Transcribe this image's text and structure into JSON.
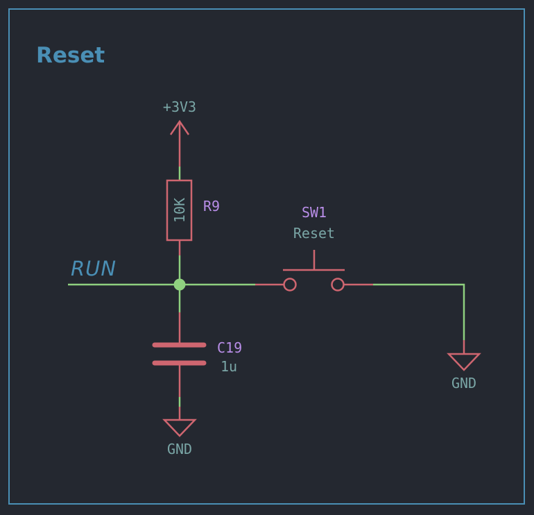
{
  "sheet": {
    "title": "Reset"
  },
  "nets": {
    "run_label": "RUN"
  },
  "power": {
    "vcc_label": "+3V3",
    "gnd_left_label": "GND",
    "gnd_right_label": "GND"
  },
  "components": {
    "resistor": {
      "ref": "R9",
      "value": "10K"
    },
    "capacitor": {
      "ref": "C19",
      "value": "1u"
    },
    "switch": {
      "ref": "SW1",
      "value": "Reset"
    }
  },
  "colors": {
    "background": "#242830",
    "frame": "#4a8fb5",
    "wire": "#8fd07f",
    "symbol": "#cf6670",
    "reference": "#b98ee8",
    "value": "#7aa6a6"
  }
}
